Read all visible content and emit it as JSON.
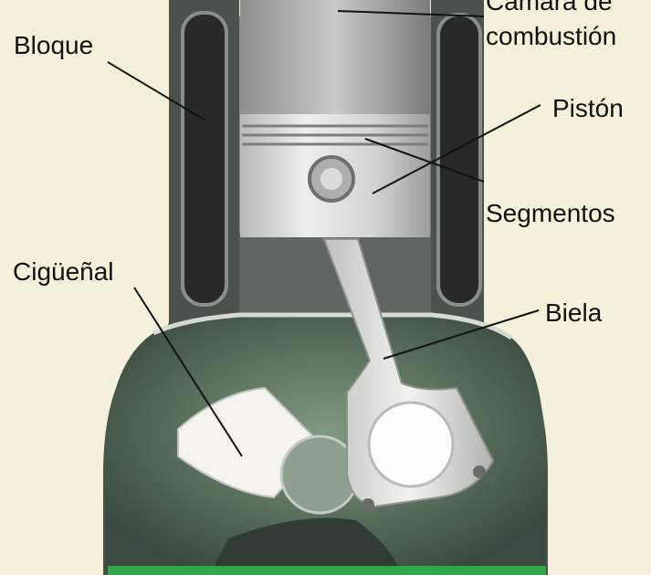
{
  "labels": {
    "camara_line1": "Cámara de",
    "camara_line2": "combustión",
    "bloque": "Bloque",
    "piston": "Pistón",
    "segmentos": "Segmentos",
    "ciguenal": "Cigüeñal",
    "biela": "Biela"
  },
  "colors": {
    "background": "#f4f0d9",
    "block": "#48514b",
    "crankcase_dark": "#3a4a40",
    "crankcase_green": "#5c7a62",
    "cylinder": "#6d6f6c",
    "piston": "#d9dad5",
    "crankshaft": "#f4f3ee",
    "rod": "#e4e5e0",
    "leader_line": "#111111",
    "base_stripe": "#2fa84a"
  }
}
